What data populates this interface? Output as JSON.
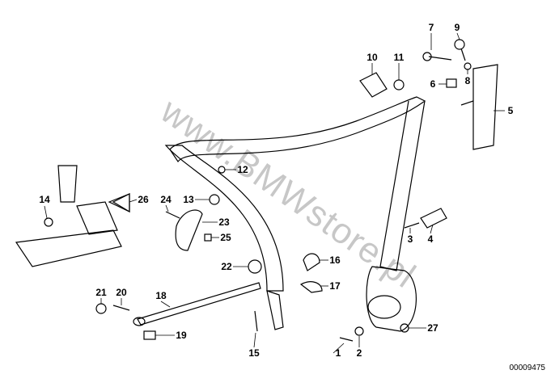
{
  "diagram_code": "00009475",
  "watermark": "www.BMWstore.pl",
  "part_labels": [
    "1",
    "2",
    "3",
    "4",
    "5",
    "6",
    "7",
    "8",
    "9",
    "10",
    "11",
    "12",
    "13",
    "14",
    "15",
    "16",
    "17",
    "18",
    "19",
    "20",
    "21",
    "22",
    "23",
    "24",
    "25",
    "26",
    "27"
  ]
}
